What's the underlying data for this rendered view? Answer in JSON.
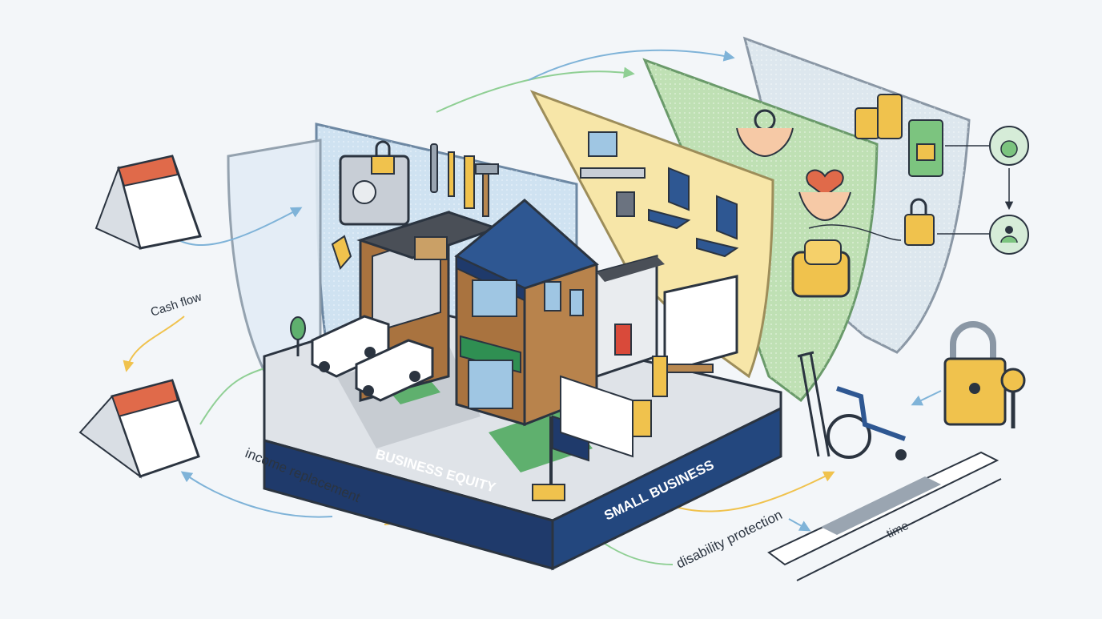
{
  "labels": {
    "cash_flow": "Cash flow",
    "income_replacement": "income replacement",
    "business_equity": "BUSINESS EQUITY",
    "small_business": "SMALL BUSINESS",
    "disability_protection": "disability protection",
    "time": "time"
  },
  "colors": {
    "navy": "#1f3a6b",
    "outline": "#2b3440",
    "brick": "#a9733f",
    "roof": "#2e5792",
    "shield_blue": "#cfe2f1",
    "shield_yellow": "#f7e6a8",
    "shield_green": "#bfe0b4",
    "shield_gray": "#dde7ee",
    "flow_green": "#8fcf94",
    "flow_yellow": "#f0c24d",
    "flow_blue": "#7fb3d8",
    "calendar_red": "#e06a4a",
    "gold": "#f0c24d"
  },
  "icons": [
    "calendar-icon",
    "safe-icon",
    "padlock-icon",
    "price-tag-icon",
    "wrench-icon",
    "screwdriver-icon",
    "ruler-icon",
    "hammer-icon",
    "desk-computer-icon",
    "office-chair-icon",
    "hands-gear-icon",
    "hands-heart-icon",
    "armchair-icon",
    "coin-stack-icon",
    "money-bag-icon",
    "people-icon",
    "crutches-icon",
    "wheelchair-icon",
    "padlock-key-icon",
    "delivery-van-icon",
    "flag-icon"
  ]
}
